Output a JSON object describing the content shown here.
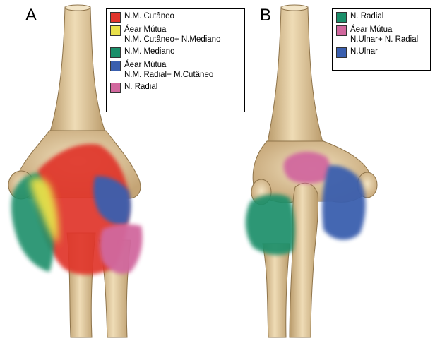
{
  "panels": [
    {
      "letter": "A",
      "legend": [
        {
          "lines": [
            "N.M. Cutâneo"
          ],
          "color": "#e0342c"
        },
        {
          "lines": [
            "Áear Mútua",
            "N.M. Cutâneo+ N.Mediano"
          ],
          "color": "#e8e04a"
        },
        {
          "lines": [
            "N.M. Mediano"
          ],
          "color": "#1a8f6a"
        },
        {
          "lines": [
            "Áear Mútua",
            "N.M. Radial+ M.Cutâneo"
          ],
          "color": "#3a5fae"
        },
        {
          "lines": [
            "N. Radial"
          ],
          "color": "#d1689e"
        }
      ]
    },
    {
      "letter": "B",
      "legend": [
        {
          "lines": [
            "N. Radial"
          ],
          "color": "#1a8f6a"
        },
        {
          "lines": [
            "Áear Mútua",
            "N.Ulnar+ N. Radial"
          ],
          "color": "#d1689e"
        },
        {
          "lines": [
            "N.Ulnar"
          ],
          "color": "#3a5fae"
        }
      ]
    }
  ],
  "colors": {
    "bone": "#e8d2a8",
    "bone_shade": "#b99a6a",
    "red": "#e0342c",
    "yellow": "#e8e04a",
    "green": "#1a8f6a",
    "blue": "#3a5fae",
    "pink": "#d1689e"
  }
}
